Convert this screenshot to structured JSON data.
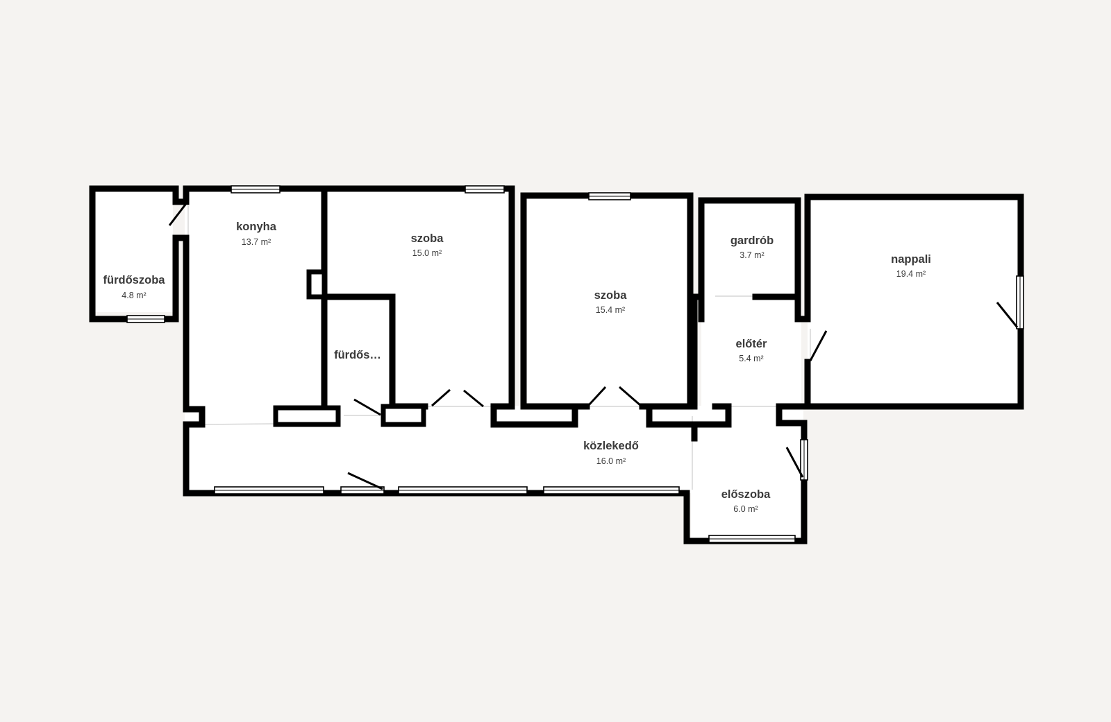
{
  "floorplan": {
    "rooms": [
      {
        "id": "furdoszoba-1",
        "name": "fürdőszoba",
        "area": "4.8 m²"
      },
      {
        "id": "konyha",
        "name": "konyha",
        "area": "13.7 m²"
      },
      {
        "id": "szoba-1",
        "name": "szoba",
        "area": "15.0 m²"
      },
      {
        "id": "furdoszoba-2",
        "name": "fürdős…",
        "area": ""
      },
      {
        "id": "szoba-2",
        "name": "szoba",
        "area": "15.4 m²"
      },
      {
        "id": "gardrob",
        "name": "gardrób",
        "area": "3.7 m²"
      },
      {
        "id": "eloter",
        "name": "előtér",
        "area": "5.4 m²"
      },
      {
        "id": "nappali",
        "name": "nappali",
        "area": "19.4 m²"
      },
      {
        "id": "kozlekedo",
        "name": "közlekedő",
        "area": "16.0 m²"
      },
      {
        "id": "eloszoba",
        "name": "előszoba",
        "area": "6.0 m²"
      }
    ]
  }
}
